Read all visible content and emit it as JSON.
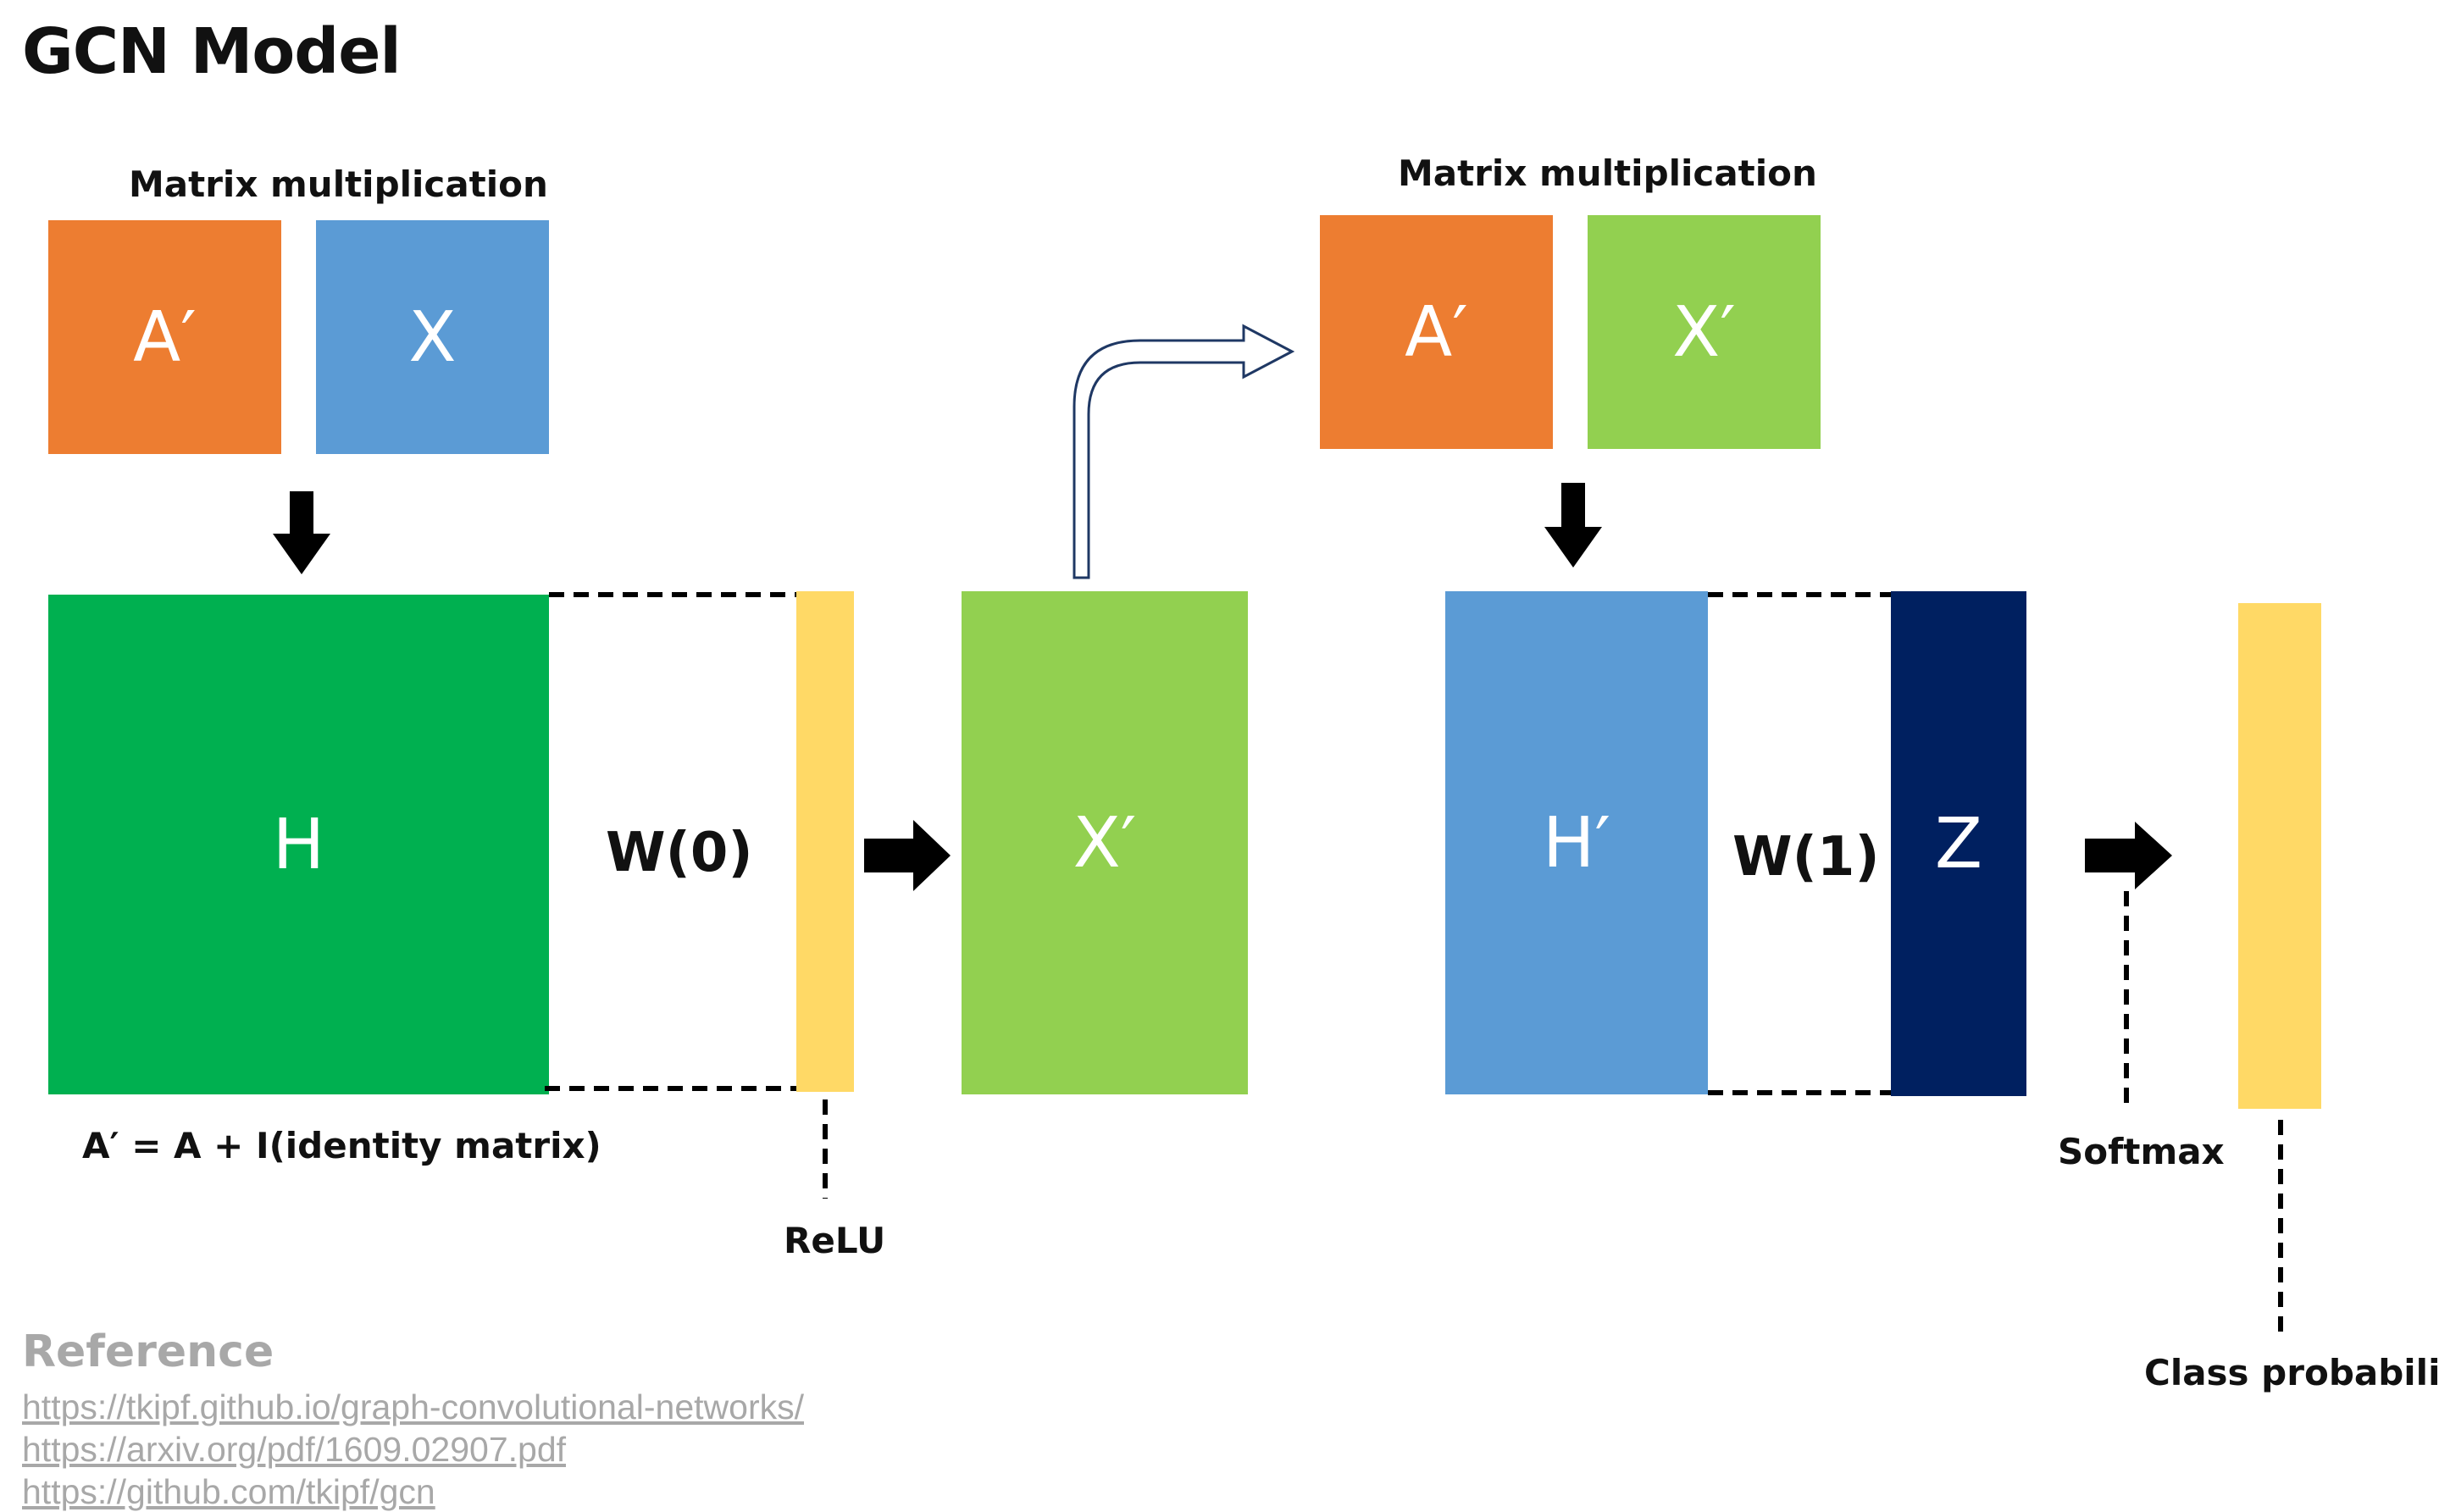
{
  "title": "GCN Model",
  "top_left": {
    "caption": "Matrix multiplication",
    "box_a": "A′",
    "box_x": "X"
  },
  "top_right": {
    "caption": "Matrix multiplication",
    "box_a": "A′",
    "box_x": "X′"
  },
  "layer0": {
    "h": "H",
    "w": "W(0)",
    "note": "A′ = A + I(identity matrix)",
    "activation": "ReLU",
    "x_out": "X′"
  },
  "layer1": {
    "h": "H′",
    "w": "W(1)",
    "z": "Z",
    "activation": "Softmax",
    "output": "Class probability"
  },
  "colors": {
    "orange": "#ED7D31",
    "blue": "#5B9BD5",
    "light_green": "#92D050",
    "dark_green": "#00B050",
    "yellow": "#FFD966",
    "navy": "#002060",
    "arrow_outline": "#1F3864"
  },
  "reference": {
    "heading": "Reference",
    "links": [
      "https://tkipf.github.io/graph-convolutional-networks/",
      "https://arxiv.org/pdf/1609.02907.pdf",
      "https://github.com/tkipf/gcn"
    ]
  }
}
